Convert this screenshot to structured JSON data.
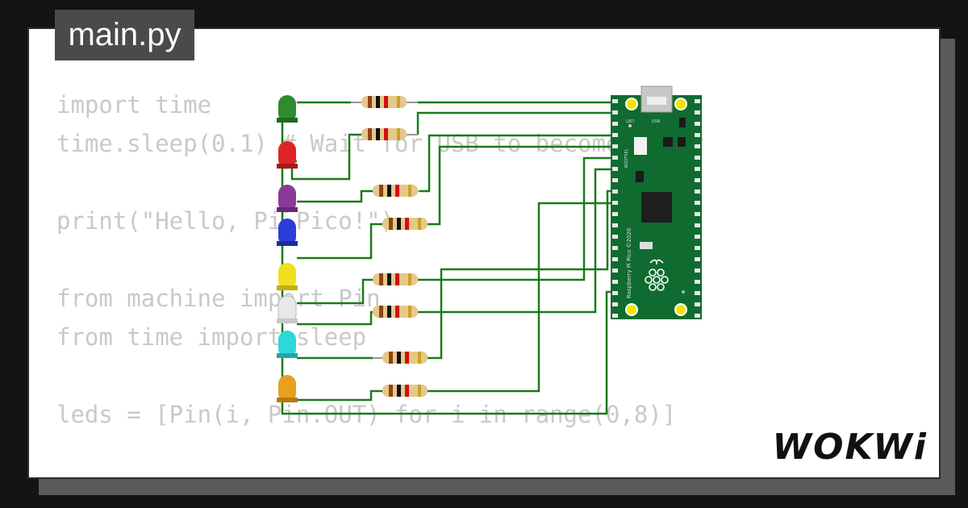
{
  "file_tab": {
    "label": "main.py"
  },
  "code": {
    "lines": [
      "import time",
      "time.sleep(0.1) # Wait for USB to become ready",
      "",
      "print(\"Hello, Pi Pico!\")",
      "",
      "from machine import Pin",
      "from time import sleep",
      "",
      "leds = [Pin(i, Pin.OUT) for i in range(0,8)]",
      "",
      "\"\"\""
    ]
  },
  "board": {
    "name_label": "Raspberry Pi Pico ©2020",
    "usb_label": "USB",
    "led_label": "LED",
    "bootsel_label": "BOOTSEL"
  },
  "leds": [
    {
      "color": "green",
      "hex": "#2e8b2e"
    },
    {
      "color": "red",
      "hex": "#e02424"
    },
    {
      "color": "purple",
      "hex": "#8b3a9a"
    },
    {
      "color": "blue",
      "hex": "#2c3ed8"
    },
    {
      "color": "yellow",
      "hex": "#f0e020"
    },
    {
      "color": "white",
      "hex": "#e8e8e8"
    },
    {
      "color": "cyan",
      "hex": "#2ed8d8"
    },
    {
      "color": "orange",
      "hex": "#e8a020"
    }
  ],
  "brand": {
    "logo_text": "WOKWi"
  },
  "colors": {
    "wire": "#1a7a1a",
    "pcb": "#0f6b2f",
    "background": "#141414",
    "card": "#ffffff",
    "code_text": "#c9c9c9",
    "tab": "#4a4a4a"
  }
}
